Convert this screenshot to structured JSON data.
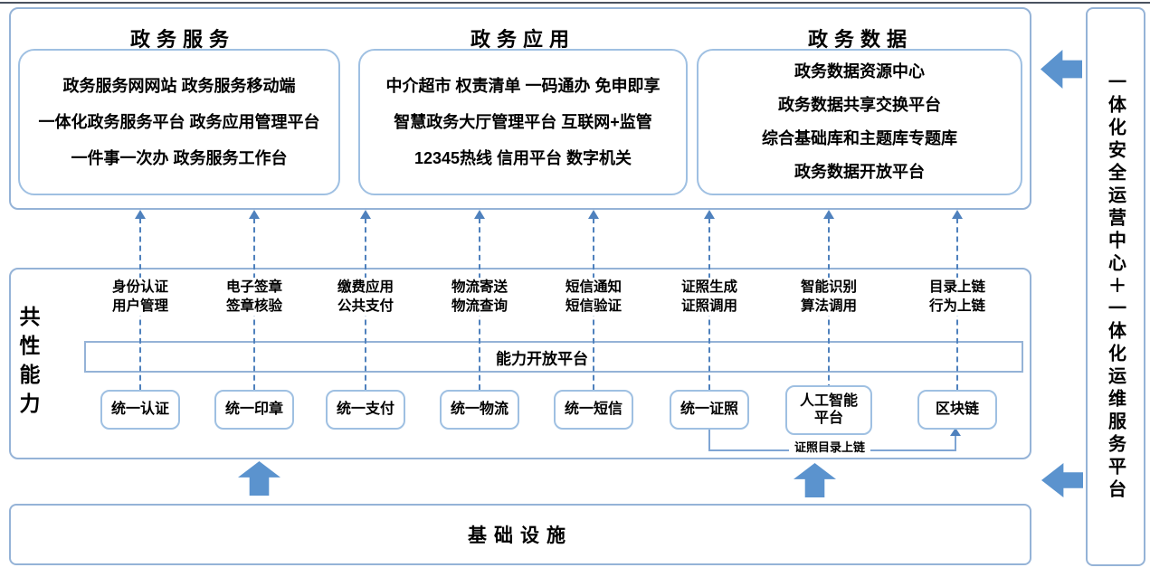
{
  "top_sections": [
    {
      "title": "政务服务",
      "lines": [
        "政务服务网网站 政务服务移动端",
        "一体化政务服务平台 政务应用管理平台",
        "一件事一次办 政务服务工作台"
      ]
    },
    {
      "title": "政务应用",
      "lines": [
        "中介超市 权责清单 一码通办 免申即享",
        "智慧政务大厅管理平台 互联网+监管",
        "12345热线 信用平台 数字机关"
      ]
    },
    {
      "title": "政务数据",
      "lines": [
        "政务数据资源中心",
        "政务数据共享交换平台",
        "综合基础库和主题库专题库",
        "政务数据开放平台"
      ]
    }
  ],
  "capability_section": {
    "label": "共性能力",
    "platform_band": "能力开放平台",
    "columns": [
      {
        "label_line1": "身份认证",
        "label_line2": "用户管理",
        "box": "统一认证"
      },
      {
        "label_line1": "电子签章",
        "label_line2": "签章核验",
        "box": "统一印章"
      },
      {
        "label_line1": "缴费应用",
        "label_line2": "公共支付",
        "box": "统一支付"
      },
      {
        "label_line1": "物流寄送",
        "label_line2": "物流查询",
        "box": "统一物流"
      },
      {
        "label_line1": "短信通知",
        "label_line2": "短信验证",
        "box": "统一短信"
      },
      {
        "label_line1": "证照生成",
        "label_line2": "证照调用",
        "box": "统一证照"
      },
      {
        "label_line1": "智能识别",
        "label_line2": "算法调用",
        "box": "人工智能平台"
      },
      {
        "label_line1": "目录上链",
        "label_line2": "行为上链",
        "box": "区块链"
      }
    ],
    "chain_connector_label": "证照目录上链"
  },
  "infrastructure": {
    "title": "基础设施"
  },
  "sidebar": {
    "title": "一体化安全运营中心＋一体化运维服务平台"
  },
  "colors": {
    "box_border": "#95b3d7",
    "dashed_line": "#4f81bd",
    "block_arrow": "#5b93ce",
    "text": "#000000"
  }
}
